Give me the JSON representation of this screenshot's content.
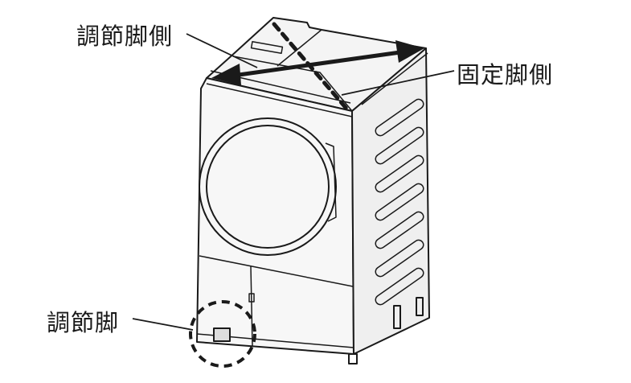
{
  "labels": {
    "adjustable_side": "調節脚側",
    "fixed_side": "固定脚側",
    "adjustable_foot": "調節脚"
  },
  "colors": {
    "line": "#1a1a1a",
    "face": "#f2f2f2",
    "side": "#ececec"
  }
}
